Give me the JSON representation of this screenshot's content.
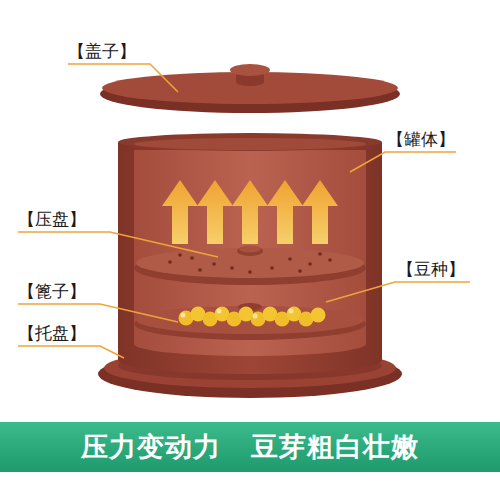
{
  "diagram": {
    "nodes": [
      {
        "text": [
          "压力变动力 豆芽粗白壮嫩"
        ]
      }
    ],
    "labels": [
      "【盖子】",
      "【罐体】",
      "【压盘】",
      "【豆种】",
      "【篦子】",
      "【托盘】"
    ]
  }
}
